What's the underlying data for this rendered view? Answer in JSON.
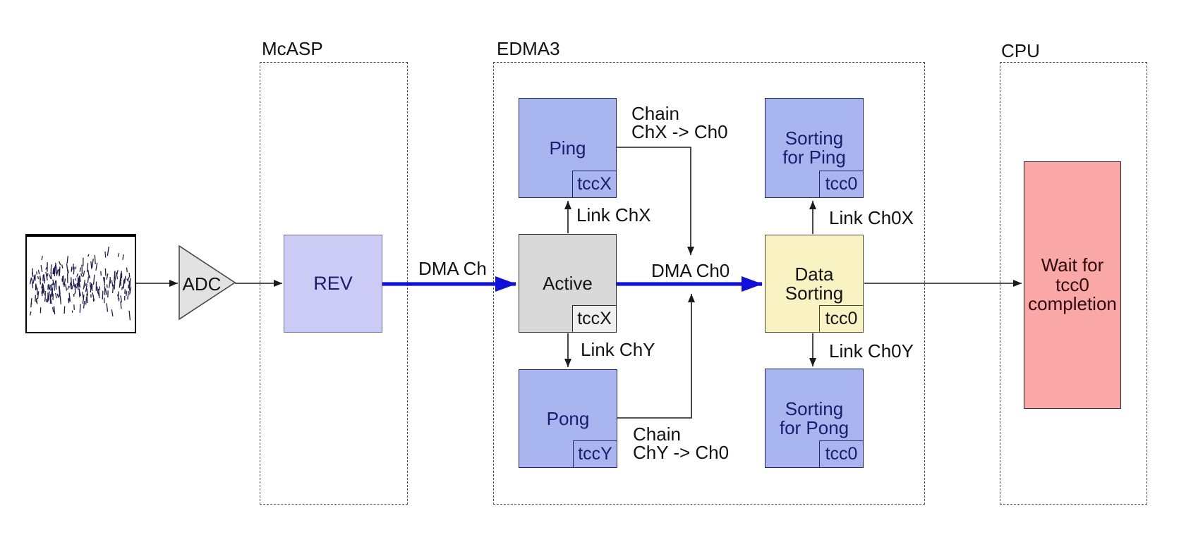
{
  "groups": {
    "mcasp": {
      "label": "McASP"
    },
    "edma3": {
      "label": "EDMA3"
    },
    "cpu": {
      "label": "CPU"
    }
  },
  "nodes": {
    "adc": {
      "label": "ADC"
    },
    "rev": {
      "label": "REV"
    },
    "ping": {
      "label": "Ping",
      "tcc": "tccX"
    },
    "active": {
      "label": "Active",
      "tcc": "tccX"
    },
    "pong": {
      "label": "Pong",
      "tcc": "tccY"
    },
    "data_sorting": {
      "line1": "Data",
      "line2": "Sorting",
      "tcc": "tcc0"
    },
    "sorting_ping": {
      "line1": "Sorting",
      "line2": "for Ping",
      "tcc": "tcc0"
    },
    "sorting_pong": {
      "line1": "Sorting",
      "line2": "for Pong",
      "tcc": "tcc0"
    },
    "wait": {
      "line1": "Wait for",
      "line2": "tcc0",
      "line3": "completion"
    }
  },
  "edges": {
    "dma_ch": "DMA Ch",
    "dma_ch0": "DMA Ch0",
    "link_chx": "Link ChX",
    "link_chy": "Link ChY",
    "link_ch0x": "Link Ch0X",
    "link_ch0y": "Link Ch0Y",
    "chain_x": {
      "line1": "Chain",
      "line2": "ChX -> Ch0"
    },
    "chain_y": {
      "line1": "Chain",
      "line2": "ChY -> Ch0"
    }
  },
  "palette": {
    "blue_fill": "#a9b5ef",
    "blue_border": "#23266e",
    "navy_text": "#1b1b6f",
    "rev_fill": "#cbcbf6",
    "rev_border": "#6b6bae",
    "gray_fill": "#d9d9d9",
    "gray_border": "#2a2a2a",
    "gray_sub_fill": "#efefef",
    "yellow_fill": "#f9f2c3",
    "yellow_border": "#4e4a2a",
    "red_fill": "#f9a7a7",
    "red_border": "#3c2323",
    "wait_text": "#2e0b0b",
    "arrow_blue": "#0f10dc",
    "line": "#1a1a1a",
    "dashed_border": "#4d4d4d",
    "text": "#111111",
    "adc_fill": "#e2e2e2",
    "adc_border": "#4a4a4a",
    "noise_stroke": "#1c1c50"
  }
}
